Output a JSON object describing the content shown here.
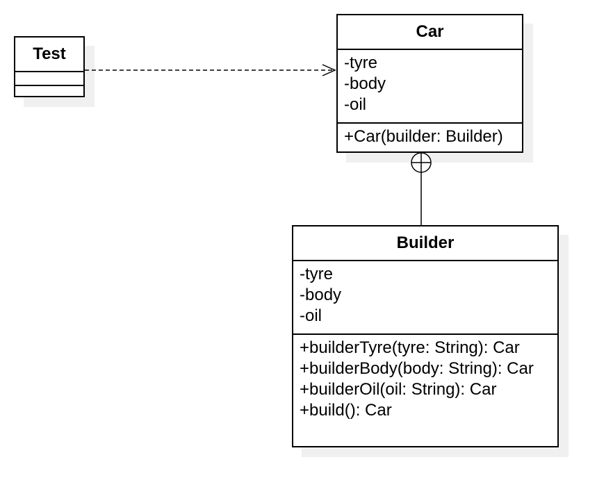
{
  "classes": {
    "test": {
      "name": "Test",
      "attributes": [],
      "methods": []
    },
    "car": {
      "name": "Car",
      "attributes": [
        "-tyre",
        "-body",
        "-oil"
      ],
      "methods": [
        "+Car(builder: Builder)"
      ]
    },
    "builder": {
      "name": "Builder",
      "attributes": [
        "-tyre",
        "-body",
        "-oil"
      ],
      "methods": [
        "+builderTyre(tyre: String): Car",
        "+builderBody(body: String): Car",
        "+builderOil(oil: String): Car",
        "+build(): Car"
      ]
    }
  },
  "relations": [
    {
      "from": "Test",
      "to": "Car",
      "type": "dependency"
    },
    {
      "from": "Builder",
      "to": "Car",
      "type": "nesting"
    }
  ],
  "colors": {
    "stroke": "#000000",
    "shadow": "#f0f0f0",
    "fill": "#ffffff"
  }
}
